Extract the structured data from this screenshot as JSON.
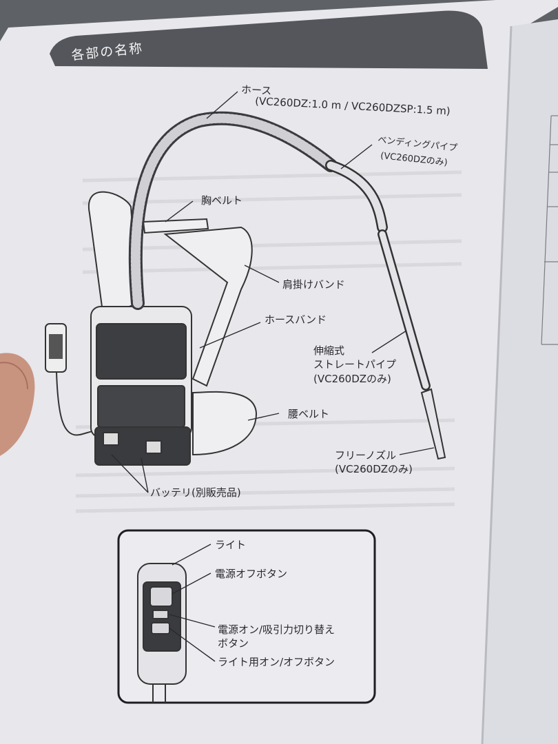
{
  "header": {
    "title": "各部の名称"
  },
  "labels": {
    "hose_title": "ホース",
    "hose_spec": "(VC260DZ:1.0 m / VC260DZSP:1.5 m)",
    "bending_pipe": "ベンディングパイプ",
    "bending_pipe_note": "(VC260DZのみ)",
    "chest_belt": "胸ベルト",
    "shoulder_band": "肩掛けバンド",
    "hose_band": "ホースバンド",
    "straight_pipe_1": "伸縮式",
    "straight_pipe_2": "ストレートパイプ",
    "straight_pipe_note": "(VC260DZのみ)",
    "waist_belt": "腰ベルト",
    "free_nozzle": "フリーノズル",
    "free_nozzle_note": "(VC260DZのみ)",
    "battery": "バッテリ(別販売品)"
  },
  "inset": {
    "light": "ライト",
    "power_off": "電源オフボタン",
    "power_on_1": "電源オン/吸引力切り替え",
    "power_on_2": "ボタン",
    "light_toggle": "ライト用オン/オフボタン"
  },
  "colors": {
    "paper": "#e9e9ee",
    "title_band": "#55575d",
    "ink": "#2a2a2e"
  }
}
